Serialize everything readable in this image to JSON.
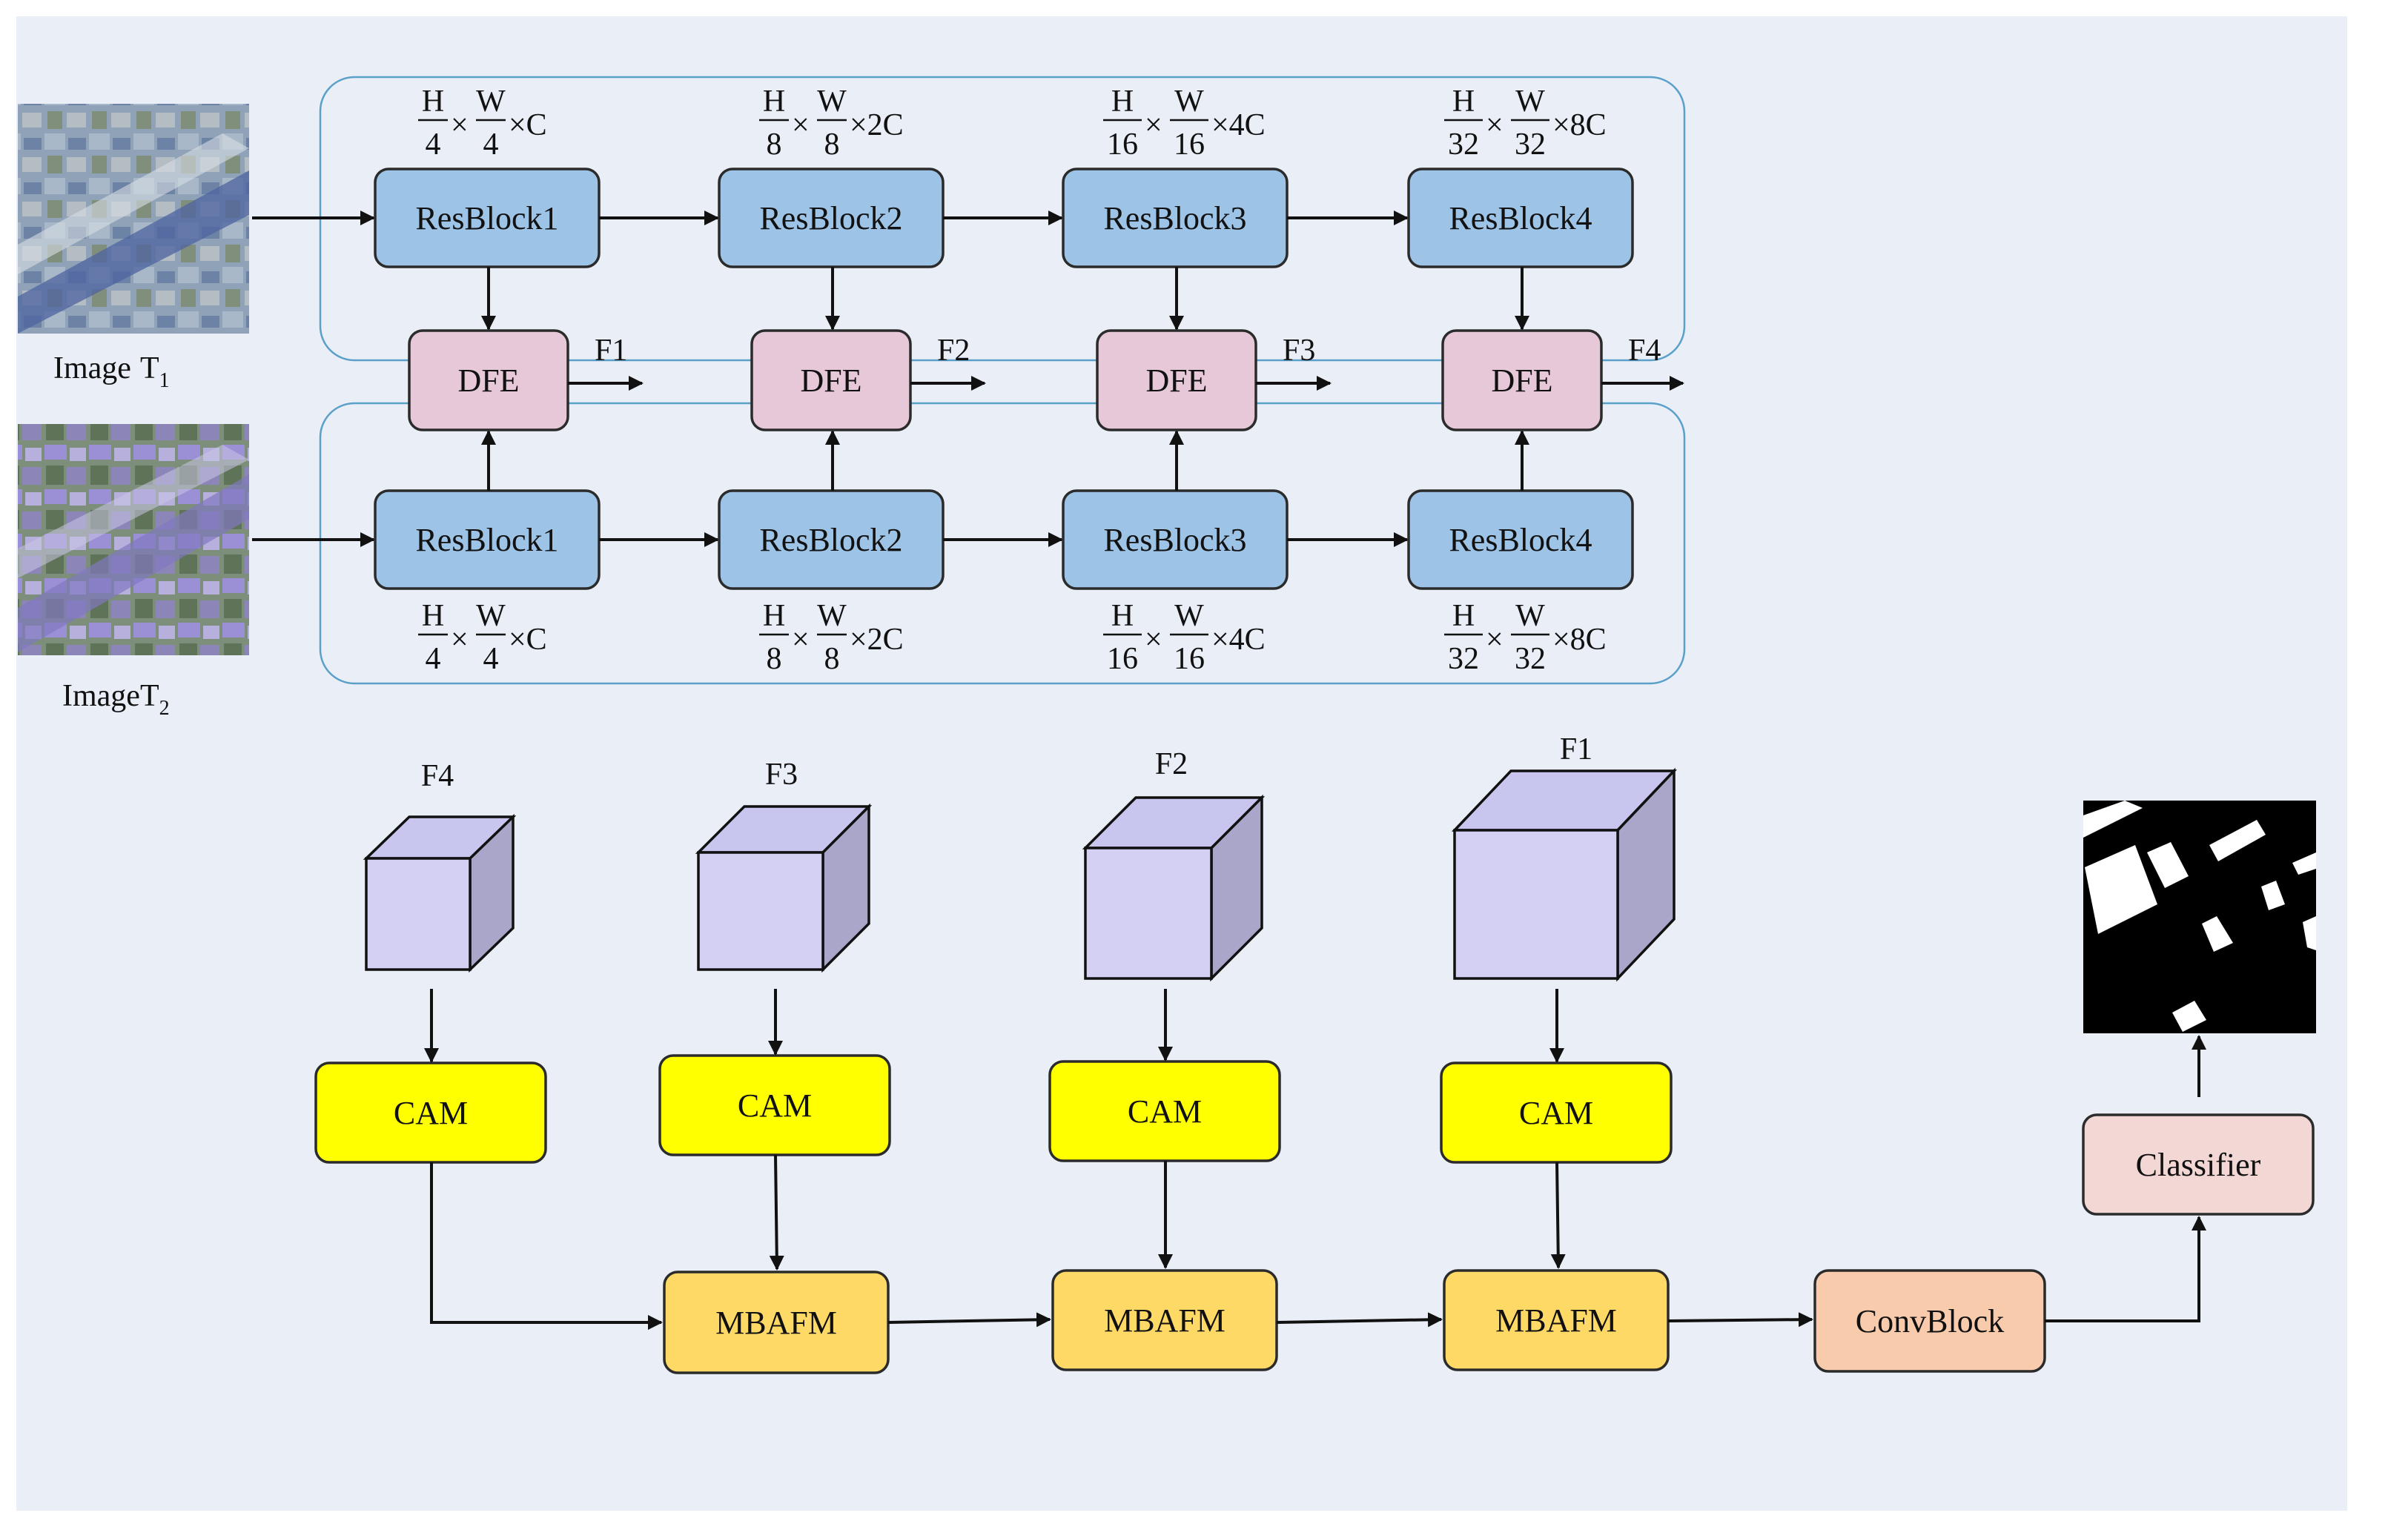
{
  "colors": {
    "background": "#e9eef7",
    "resblock": "#9dc3e6",
    "dfe": "#e6c8d9",
    "cam": "#ffff00",
    "mbafm": "#ffd966",
    "convblock": "#f8cbad",
    "classifier": "#f2d7d5",
    "cube_face": "#d4d0f4",
    "cube_top": "#c8c5ee",
    "cube_side": "#a9a6c9",
    "group_border": "#5aa0c8"
  },
  "inputs": {
    "t1": {
      "label": "Image",
      "sub": "1",
      "var": "T"
    },
    "t2": {
      "label": "Image",
      "sub": "2",
      "var": "T"
    }
  },
  "encoder_top": [
    {
      "label": "ResBlock1",
      "dim": {
        "h_den": "4",
        "w_den": "4",
        "ch": "C"
      }
    },
    {
      "label": "ResBlock2",
      "dim": {
        "h_den": "8",
        "w_den": "8",
        "ch": "2C"
      }
    },
    {
      "label": "ResBlock3",
      "dim": {
        "h_den": "16",
        "w_den": "16",
        "ch": "4C"
      }
    },
    {
      "label": "ResBlock4",
      "dim": {
        "h_den": "32",
        "w_den": "32",
        "ch": "8C"
      }
    }
  ],
  "encoder_bottom": [
    {
      "label": "ResBlock1",
      "dim": {
        "h_den": "4",
        "w_den": "4",
        "ch": "C"
      }
    },
    {
      "label": "ResBlock2",
      "dim": {
        "h_den": "8",
        "w_den": "8",
        "ch": "2C"
      }
    },
    {
      "label": "ResBlock3",
      "dim": {
        "h_den": "16",
        "w_den": "16",
        "ch": "4C"
      }
    },
    {
      "label": "ResBlock4",
      "dim": {
        "h_den": "32",
        "w_den": "32",
        "ch": "8C"
      }
    }
  ],
  "dim_symbols": {
    "h": "H",
    "w": "W",
    "times": "×"
  },
  "dfe": [
    {
      "label": "DFE",
      "out": "F1"
    },
    {
      "label": "DFE",
      "out": "F2"
    },
    {
      "label": "DFE",
      "out": "F3"
    },
    {
      "label": "DFE",
      "out": "F4"
    }
  ],
  "decoder": {
    "features": [
      "F4",
      "F3",
      "F2",
      "F1"
    ],
    "cam": [
      "CAM",
      "CAM",
      "CAM",
      "CAM"
    ],
    "mbafm": [
      "MBAFM",
      "MBAFM",
      "MBAFM"
    ],
    "convblock": "ConvBlock",
    "classifier": "Classifier"
  }
}
